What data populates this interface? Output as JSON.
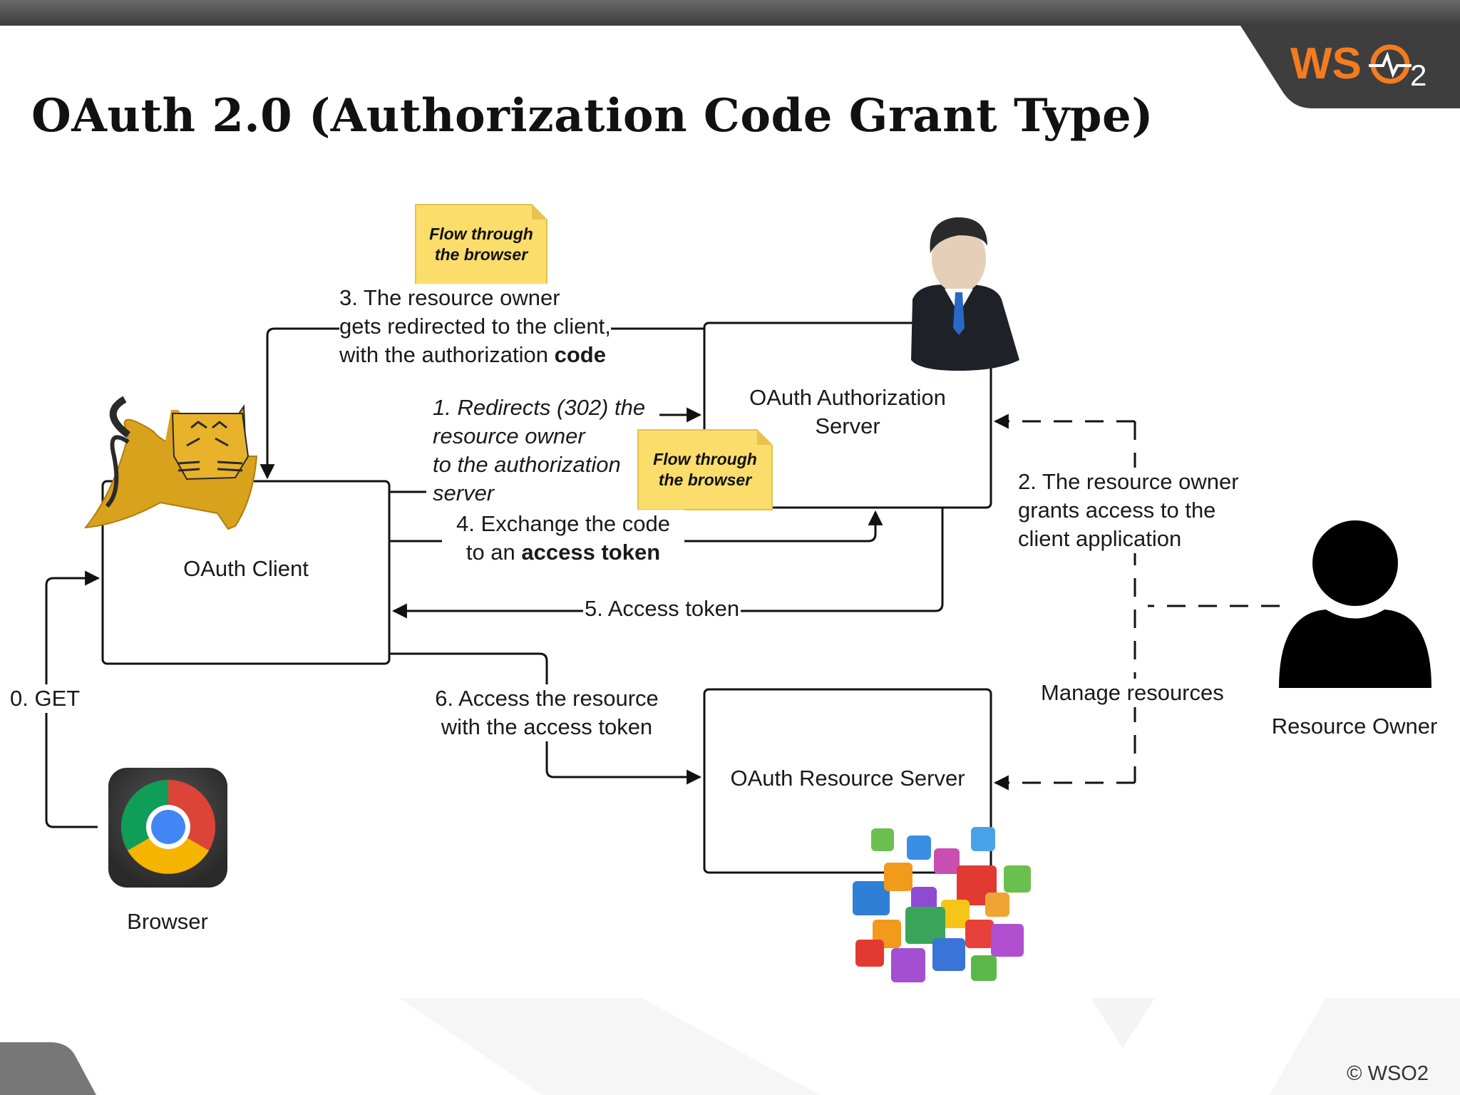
{
  "brand": {
    "logo_text": "WSO2",
    "accent": "#f47b20"
  },
  "title": "OAuth 2.0 (Authorization Code Grant Type)",
  "notes": {
    "note1": [
      "Flow through",
      "the browser"
    ],
    "note2": [
      "Flow through",
      "the browser"
    ]
  },
  "nodes": {
    "client": "OAuth Client",
    "auth_server": [
      "OAuth Authorization",
      "Server"
    ],
    "resource_server": "OAuth Resource Server",
    "browser": "Browser",
    "resource_owner": "Resource Owner"
  },
  "steps": {
    "step0": "0. GET",
    "step1": [
      "1. Redirects (302) the",
      "resource owner",
      "to the authorization",
      "server"
    ],
    "step2": [
      "2. The resource owner",
      "grants access to the",
      "client application"
    ],
    "step3": {
      "line1": "3. The resource owner",
      "line2": "gets redirected to the client,",
      "line3_prefix": "with the authorization ",
      "line3_bold": "code"
    },
    "step4": {
      "line1": "4. Exchange the code",
      "line2_prefix": "to an ",
      "line2_bold": "access token"
    },
    "step5": "5. Access token",
    "step6": [
      "6. Access the resource",
      "with the access token"
    ],
    "manage": "Manage resources"
  },
  "footer": {
    "copyright": "© WSO2"
  },
  "colors": {
    "line": "#111111",
    "note_fill": "#fbdd6c",
    "note_border": "#e0c24d",
    "tomcat": "#d9a21c"
  }
}
